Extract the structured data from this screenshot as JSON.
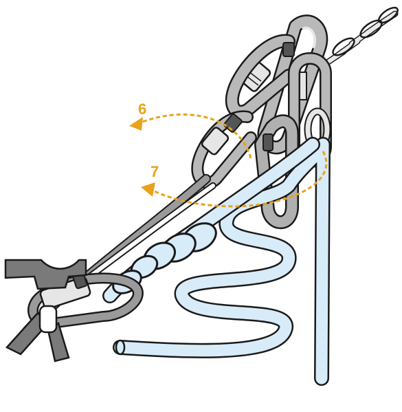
{
  "steps": [
    {
      "number": "6"
    },
    {
      "number": "7"
    }
  ],
  "colors": {
    "annotation": "#e8a21b",
    "rope": "#d8ebf8",
    "rope_outline": "#1a1a1a",
    "metal": "#b9b9b9",
    "metal_light": "#e6e6e6",
    "sling": "#8c8c8c",
    "harness": "#7a7a7a",
    "background": "#ffffff"
  },
  "icons": [
    "anchor-chain",
    "locking-carabiner",
    "quickdraw",
    "figure-eight-knot",
    "rope-coil",
    "harness"
  ]
}
